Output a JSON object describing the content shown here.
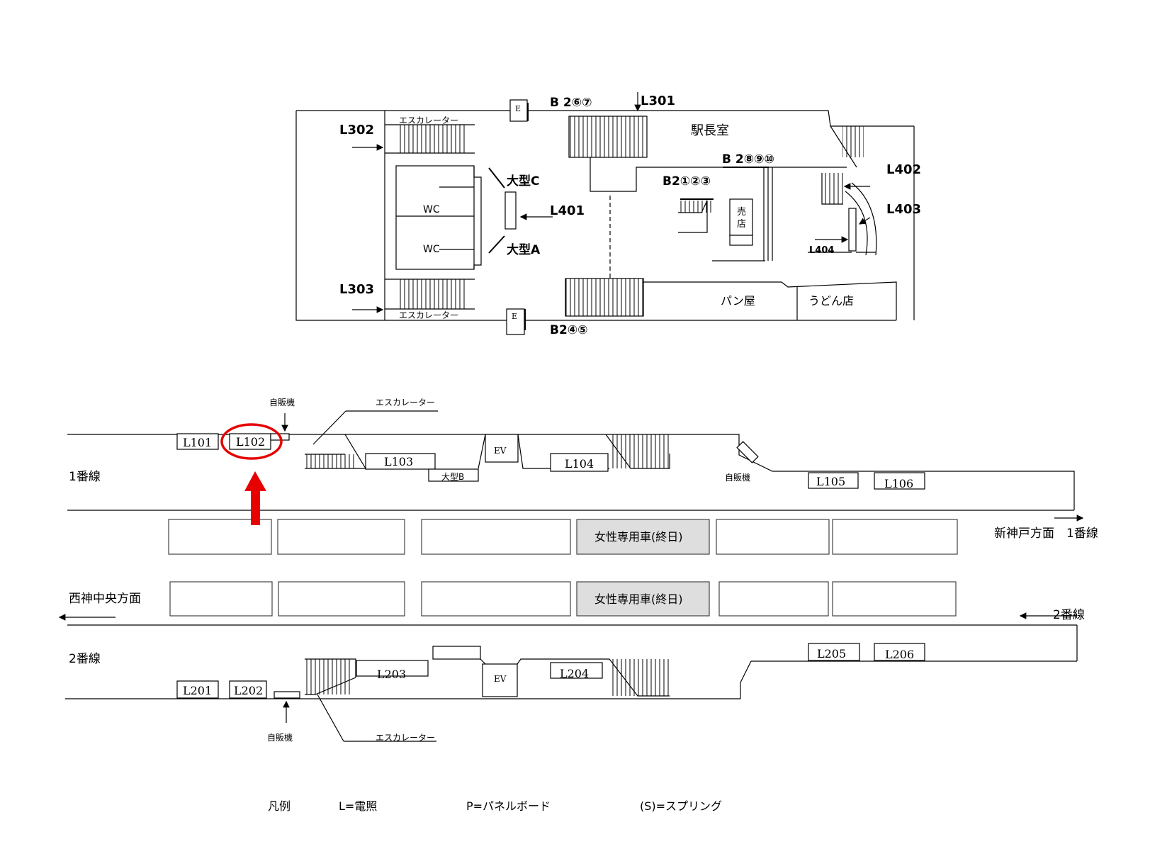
{
  "concourse": {
    "labels": {
      "b2_67": "B 2⑥⑦",
      "b2_8910": "B 2⑧⑨⑩",
      "b2_123": "B2①②③",
      "b2_45": "B2④⑤",
      "l301": "L301",
      "l302": "L302",
      "l303": "L303",
      "l401": "L401",
      "l402": "L402",
      "l403": "L403",
      "l404": "L404",
      "station_master": "駅長室",
      "escalator_top": "エスカレーター",
      "escalator_bottom": "エスカレーター",
      "wc1": "WC",
      "wc2": "WC",
      "large_c": "大型C",
      "large_a": "大型A",
      "kiosk": "売店",
      "bakery": "パン屋",
      "udon": "うどん店",
      "e_top": "E",
      "e_bottom": "E"
    }
  },
  "platform": {
    "line1": "1番線",
    "line2": "2番線",
    "to_shinkobe": "新神戸方面　1番線",
    "to_nishishin": "西神中央方面",
    "track2": "2番線",
    "vending_top": "自販機",
    "vending_mid": "自販機",
    "vending_bottom": "自販機",
    "escalator_top": "エスカレーター",
    "escalator_bottom": "エスカレーター",
    "ev_top": "EV",
    "ev_bottom": "EV",
    "large_b": "大型B",
    "women_only_1": "女性専用車(終日)",
    "women_only_2": "女性専用車(終日)",
    "lights": {
      "l101": "L101",
      "l102": "L102",
      "l103": "L103",
      "l104": "L104",
      "l105": "L105",
      "l106": "L106",
      "l201": "L201",
      "l202": "L202",
      "l203": "L203",
      "l204": "L204",
      "l205": "L205",
      "l206": "L206"
    },
    "highlight": "L102",
    "highlight_color": "#e60000"
  },
  "legend": {
    "title": "凡例",
    "light": "L=電照",
    "panel": "P=パネルボード",
    "spring": "(S)=スプリング"
  }
}
